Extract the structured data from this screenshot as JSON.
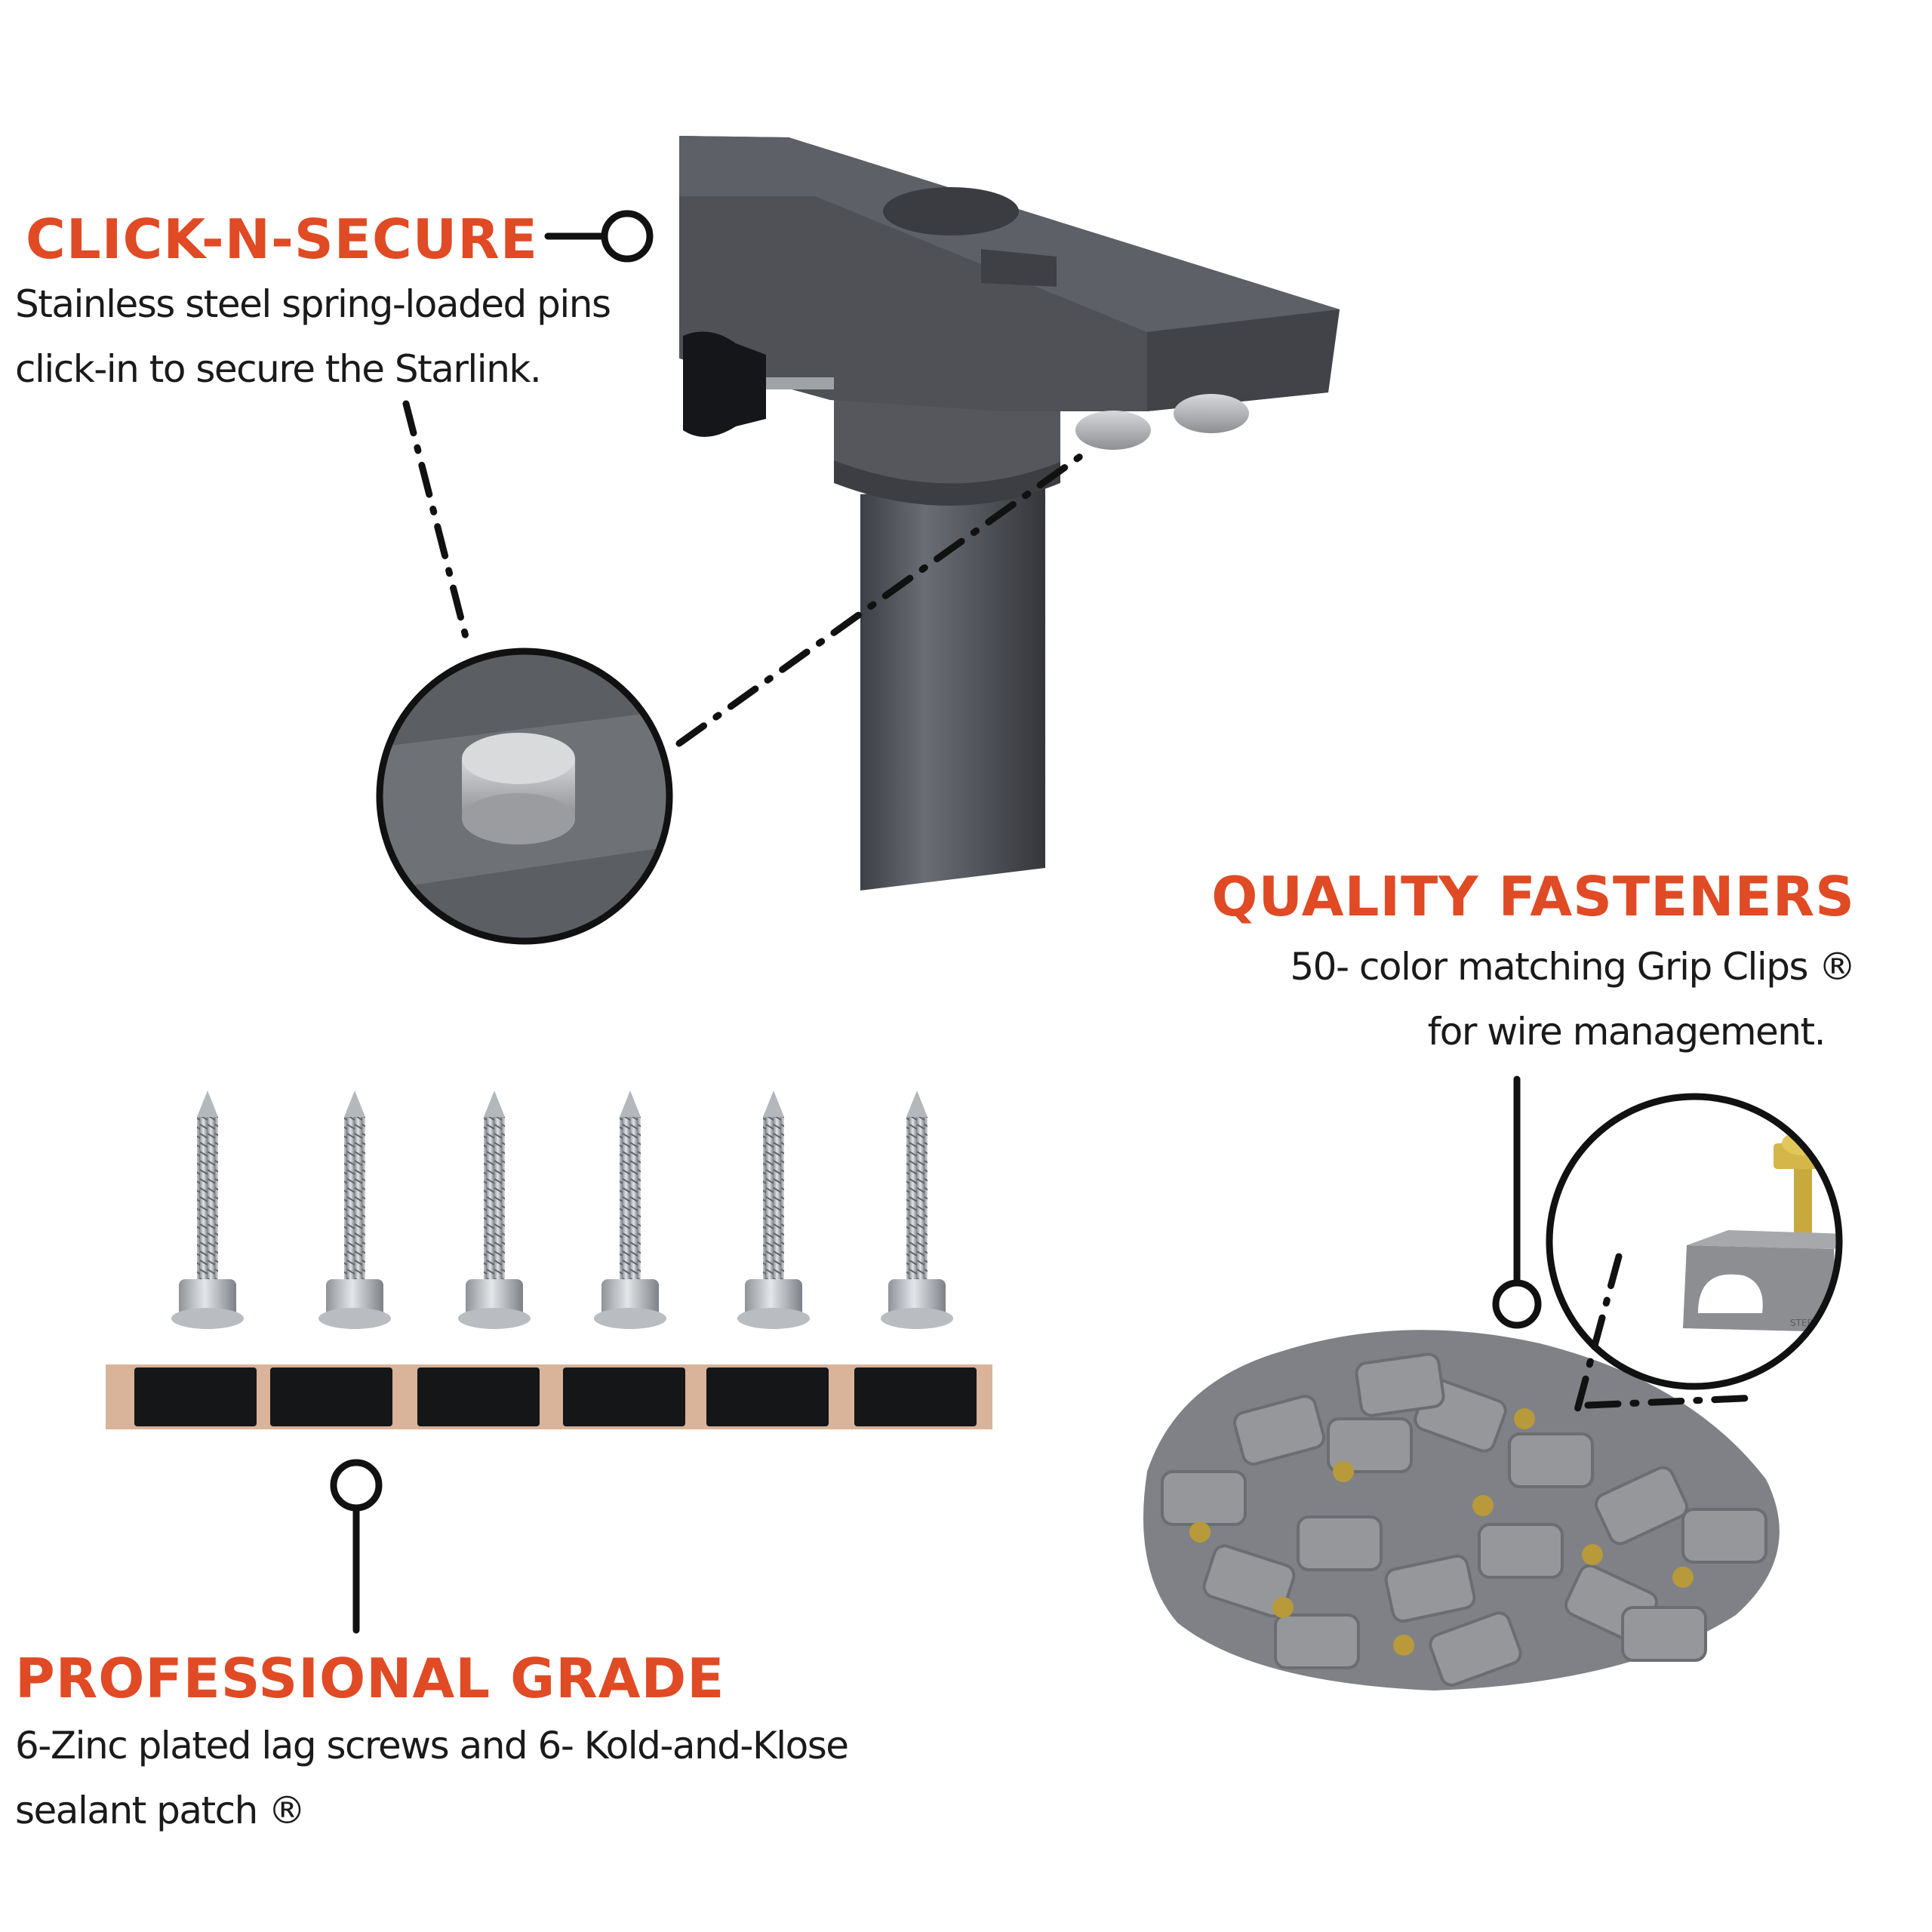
{
  "colors": {
    "accent": "#e04a24",
    "text": "#1a1a1a",
    "mount": "#4b4d53",
    "clip": "#8a8c90"
  },
  "click_n_secure": {
    "heading": "CLICK-N-SECURE",
    "lines": [
      "Stainless steel spring-loaded pins",
      "click-in to secure the Starlink."
    ]
  },
  "quality_fasteners": {
    "heading": "QUALITY FASTENERS",
    "lines": [
      "50- color matching Grip Clips ®",
      "for wire management."
    ]
  },
  "professional_grade": {
    "heading": "PROFESSIONAL GRADE",
    "lines": [
      "6-Zinc plated lag screws and 6- Kold-and-Klose",
      "sealant patch ®"
    ]
  },
  "inset_labels": {
    "clip_brand": "STEREN"
  }
}
